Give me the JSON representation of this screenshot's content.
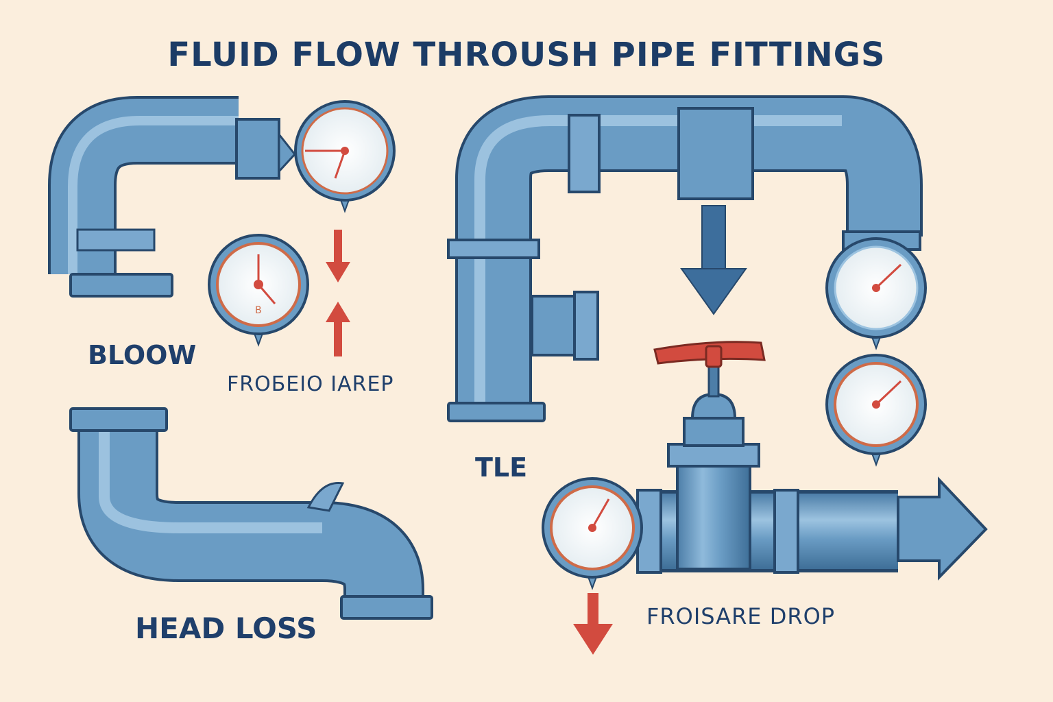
{
  "title": "FLUID FLOW THROUSH PIPE FITTINGS",
  "labels": {
    "elbow": "BLOOW",
    "pressure_left": "FROБЕIO IAREP",
    "tee": "TLE",
    "head_loss": "HEAD LOSS",
    "pressure_drop": "FROISARE DROP"
  },
  "gauge_marks": {
    "left_lower": "B"
  },
  "colors": {
    "background": "#fbeedd",
    "pipe": "#6a9cc4",
    "pipe_dark": "#3f6f98",
    "pipe_light": "#a9cce6",
    "outline": "#27486b",
    "arrow_red": "#d24b3f",
    "arrow_blue": "#3d6e9c",
    "gauge_rim": "#cf6b48",
    "text": "#1f3f6b"
  },
  "icons": [
    "pressure-gauge-icon",
    "valve-handle-icon",
    "flow-arrow-icon",
    "down-arrow-icon",
    "up-arrow-icon"
  ]
}
